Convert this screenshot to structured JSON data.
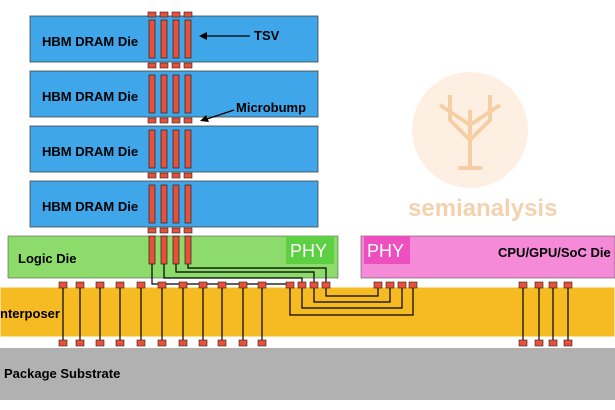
{
  "dram_dies": [
    {
      "label": "HBM DRAM Die"
    },
    {
      "label": "HBM DRAM Die"
    },
    {
      "label": "HBM DRAM Die"
    },
    {
      "label": "HBM DRAM Die"
    }
  ],
  "annotations": {
    "tsv": "TSV",
    "microbump": "Microbump"
  },
  "logic_die": {
    "label": "Logic Die",
    "phy": "PHY"
  },
  "soc_die": {
    "label": "CPU/GPU/SoC Die",
    "phy": "PHY"
  },
  "interposer": {
    "label": "nterposer"
  },
  "substrate": {
    "label": "Package Substrate"
  },
  "watermark": {
    "text": "semianalysis"
  },
  "colors": {
    "dram": "#3fa6ea",
    "logic": "#8ddb6a",
    "phy_logic": "#5ccf42",
    "soc": "#f58bd8",
    "phy_soc": "#ee4fbf",
    "interposer": "#f6bb22",
    "substrate": "#b1b1b1",
    "bump": "#e8503a"
  }
}
